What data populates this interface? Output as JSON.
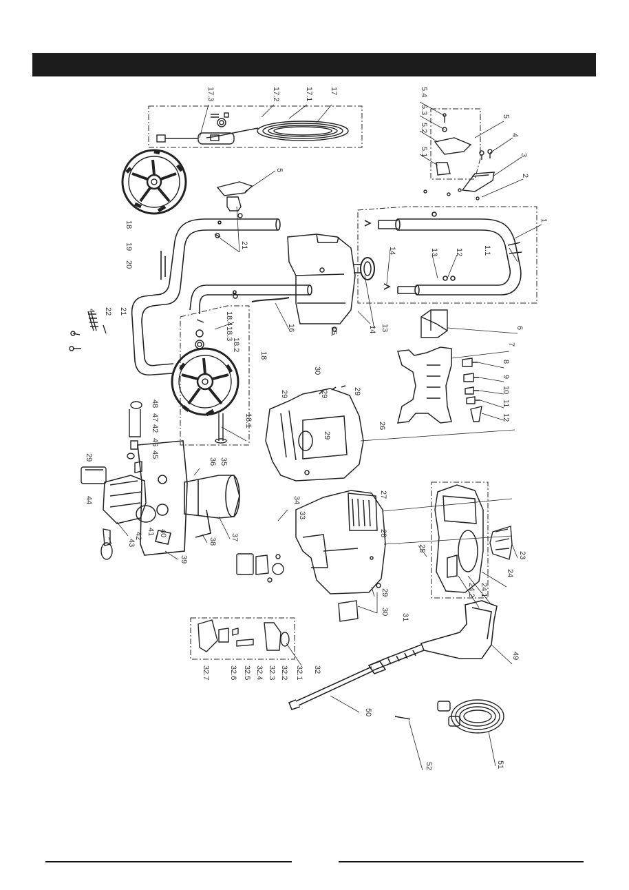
{
  "header": {
    "title": ""
  },
  "callouts": [
    {
      "id": "c1",
      "text": "1"
    },
    {
      "id": "c1_1",
      "text": "1.1"
    },
    {
      "id": "c2",
      "text": "2"
    },
    {
      "id": "c3",
      "text": "3"
    },
    {
      "id": "c4a",
      "text": "4"
    },
    {
      "id": "c4b",
      "text": "4"
    },
    {
      "id": "c5a",
      "text": "5"
    },
    {
      "id": "c5b",
      "text": "5"
    },
    {
      "id": "c5_1",
      "text": "5.1"
    },
    {
      "id": "c5_2",
      "text": "5.2"
    },
    {
      "id": "c5_3",
      "text": "5.3"
    },
    {
      "id": "c5_4",
      "text": "5.4"
    },
    {
      "id": "c6",
      "text": "6"
    },
    {
      "id": "c7",
      "text": "7"
    },
    {
      "id": "c8",
      "text": "8"
    },
    {
      "id": "c9",
      "text": "9"
    },
    {
      "id": "c10",
      "text": "10"
    },
    {
      "id": "c11",
      "text": "11"
    },
    {
      "id": "c12a",
      "text": "12"
    },
    {
      "id": "c12b",
      "text": "12"
    },
    {
      "id": "c13a",
      "text": "13"
    },
    {
      "id": "c13b",
      "text": "13"
    },
    {
      "id": "c14a",
      "text": "14"
    },
    {
      "id": "c14b",
      "text": "14"
    },
    {
      "id": "c15",
      "text": "15"
    },
    {
      "id": "c16",
      "text": "16"
    },
    {
      "id": "c17",
      "text": "17"
    },
    {
      "id": "c17_1",
      "text": "17.1"
    },
    {
      "id": "c17_2",
      "text": "17.2"
    },
    {
      "id": "c17_3",
      "text": "17.3"
    },
    {
      "id": "c18a",
      "text": "18"
    },
    {
      "id": "c18b",
      "text": "18"
    },
    {
      "id": "c18_1",
      "text": "18.1"
    },
    {
      "id": "c18_2",
      "text": "18.2"
    },
    {
      "id": "c18_3",
      "text": "18.3"
    },
    {
      "id": "c18_4",
      "text": "18.4"
    },
    {
      "id": "c19",
      "text": "19"
    },
    {
      "id": "c20",
      "text": "20"
    },
    {
      "id": "c21a",
      "text": "21"
    },
    {
      "id": "c21b",
      "text": "21"
    },
    {
      "id": "c22",
      "text": "22"
    },
    {
      "id": "c23",
      "text": "23"
    },
    {
      "id": "c24",
      "text": "24"
    },
    {
      "id": "c24_1",
      "text": "24.1"
    },
    {
      "id": "c24_2",
      "text": "24.2"
    },
    {
      "id": "c25",
      "text": "25"
    },
    {
      "id": "c26",
      "text": "26"
    },
    {
      "id": "c27",
      "text": "27"
    },
    {
      "id": "c28",
      "text": "28"
    },
    {
      "id": "c29a",
      "text": "29"
    },
    {
      "id": "c29b",
      "text": "29"
    },
    {
      "id": "c29c",
      "text": "29"
    },
    {
      "id": "c29d",
      "text": "29"
    },
    {
      "id": "c29e",
      "text": "29"
    },
    {
      "id": "c29f",
      "text": "29"
    },
    {
      "id": "c30a",
      "text": "30"
    },
    {
      "id": "c30b",
      "text": "30"
    },
    {
      "id": "c31",
      "text": "31"
    },
    {
      "id": "c32",
      "text": "32"
    },
    {
      "id": "c32_1",
      "text": "32.1"
    },
    {
      "id": "c32_2",
      "text": "32.2"
    },
    {
      "id": "c32_3",
      "text": "32.3"
    },
    {
      "id": "c32_4",
      "text": "32.4"
    },
    {
      "id": "c32_5",
      "text": "32.5"
    },
    {
      "id": "c32_6",
      "text": "32.6"
    },
    {
      "id": "c32_7",
      "text": "32.7"
    },
    {
      "id": "c33",
      "text": "33"
    },
    {
      "id": "c34",
      "text": "34"
    },
    {
      "id": "c35",
      "text": "35"
    },
    {
      "id": "c36",
      "text": "36"
    },
    {
      "id": "c37",
      "text": "37"
    },
    {
      "id": "c38",
      "text": "38"
    },
    {
      "id": "c39",
      "text": "39"
    },
    {
      "id": "c40",
      "text": "40"
    },
    {
      "id": "c41",
      "text": "41"
    },
    {
      "id": "c42a",
      "text": "42"
    },
    {
      "id": "c42b",
      "text": "42"
    },
    {
      "id": "c43",
      "text": "43"
    },
    {
      "id": "c44",
      "text": "44"
    },
    {
      "id": "c45",
      "text": "45"
    },
    {
      "id": "c46",
      "text": "46"
    },
    {
      "id": "c47",
      "text": "47"
    },
    {
      "id": "c48",
      "text": "48"
    },
    {
      "id": "c49",
      "text": "49"
    },
    {
      "id": "c50",
      "text": "50"
    },
    {
      "id": "c51",
      "text": "51"
    },
    {
      "id": "c52",
      "text": "52"
    }
  ],
  "colors": {
    "ink": "#222222",
    "header": "#1c1c1c",
    "paper": "#ffffff"
  }
}
